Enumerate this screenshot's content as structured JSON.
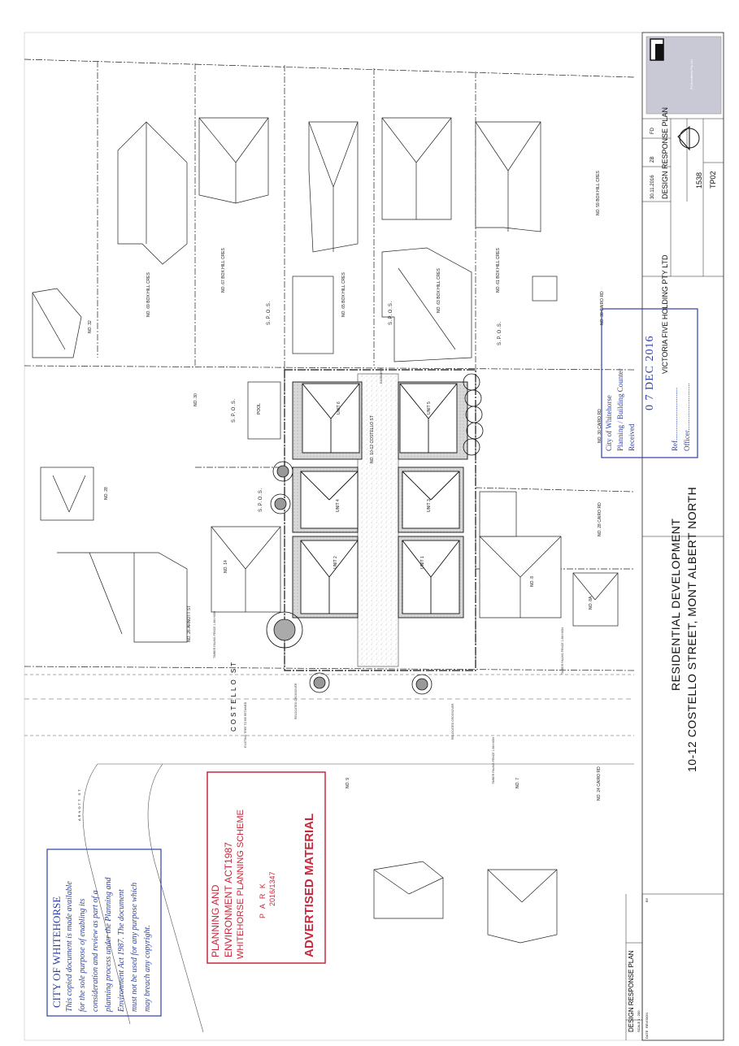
{
  "drawing": {
    "title_line1": "RESIDENTIAL DEVELOPMENT",
    "title_line2": "10-12 COSTELLO STREET, MONT ALBERT NORTH",
    "street_name": "COSTELLO ST",
    "side_street": "ARNOTT ST",
    "plan_label": "DESIGN RESPONSE PLAN",
    "scale_label": "SCALE  1 : 200",
    "drawing_no": "1",
    "revision_header": "REVISION",
    "date_header": "DATE",
    "by_header": "BY"
  },
  "title_block": {
    "client": "VICTORIA FIVE HOLDING PTY LTD",
    "drawing_title": "DESIGN RESPONSE PLAN",
    "date": "30.11.2016",
    "drawn": "ZB",
    "checked": "FD",
    "job_no": "1538",
    "sheet_no": "TP02",
    "firm": "Fd Architects Pty Ltd"
  },
  "lots": {
    "box_hill_69": "NO. 69 BOX HILL CRES",
    "box_hill_67": "NO. 67 BOX HILL CRES",
    "box_hill_65": "NO. 65 BOX HILL CRES",
    "box_hill_63": "NO. 63 BOX HILL CRES",
    "box_hill_61": "NO. 61 BOX HILL CRES",
    "box_hill_59": "NO. 59 BOX HILL CRES",
    "no_32": "NO. 32",
    "no_30": "NO. 30",
    "no_28": "NO. 28",
    "no_14": "NO. 14",
    "arnott_26": "NO. 26 ARNOTT ST",
    "cairo_38": "NO. 38 CAIRO RD",
    "cairo_30": "NO. 30 CAIRO RD",
    "cairo_28": "NO. 28 CAIRO RD",
    "no_8": "NO. 8",
    "no_8a": "NO. 8A",
    "no_9": "NO. 9",
    "no_7": "NO. 7",
    "cairo_24": "NO. 24 CAIRO RD",
    "site": "NO. 10-12 COSTELLO ST"
  },
  "units": [
    "UNIT 1",
    "UNIT 2",
    "UNIT 3",
    "UNIT 4",
    "UNIT 5",
    "UNIT 6"
  ],
  "spos": "S.P.O.S.",
  "pool": "POOL",
  "annotations": {
    "fence": "TIMBER PALING FENCE 1.8M HIGH",
    "crossover": "RELOCATED CROSSOVER",
    "easement": "EASEMENT",
    "tree": "EXISTING TREE TO BE RETAINED"
  },
  "stamp_received": {
    "org": "City of Whitehorse",
    "dept": "Planning / Building Counter",
    "status": "Received",
    "date": "0 7 DEC 2016",
    "ref": "Ref.............................",
    "officer": "Officer.........................."
  },
  "stamp_advertised": {
    "line1": "PLANNING AND",
    "line2": "ENVIRONMENT ACT1987",
    "line3": "WHITEHORSE PLANNING SCHEME",
    "app_label": "P A R K",
    "app_no": "2016/1347",
    "footer": "ADVERTISED MATERIAL"
  },
  "stamp_copy": {
    "header": "CITY OF WHITEHORSE",
    "l1": "This copied document is made available",
    "l2": "for the sole purpose of enabling its",
    "l3": "consideration and review as part of a",
    "l4": "planning process under the Planning and",
    "l5": "Environment Act 1987. The document",
    "l6": "must not be used for any purpose which",
    "l7": "may breach any copyright."
  },
  "colors": {
    "line": "#222222",
    "light": "#888888",
    "stamp_blue": "#2b3fa8",
    "stamp_red": "#c8283c",
    "logo_bg": "#c9c9d6"
  }
}
